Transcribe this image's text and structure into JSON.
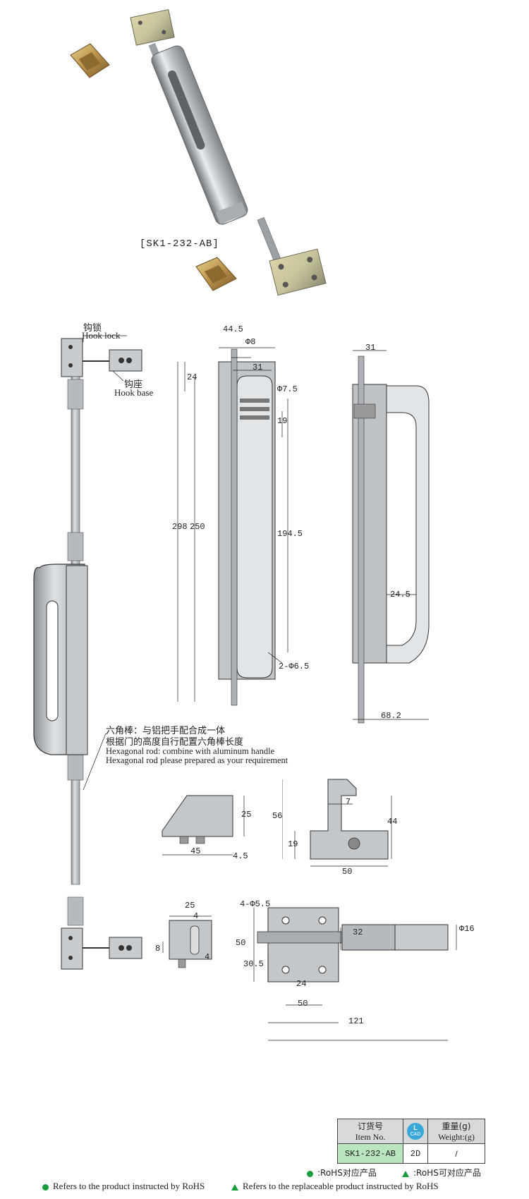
{
  "product_photo": {
    "caption": "[SK1-232-AB]"
  },
  "assembly": {
    "hook_lock_cn": "钩锁",
    "hook_lock_en": "Hook lock",
    "hook_base_cn": "钩座",
    "hook_base_en": "Hook base",
    "hex_rod_cn_1": "六角棒：与铝把手配合成一体",
    "hex_rod_cn_2": "根据门的高度自行配置六角棒长度",
    "hex_rod_en_1": "Hexagonal rod: combine with aluminum handle",
    "hex_rod_en_2": "Hexagonal rod please  prepared as your requirement"
  },
  "front_view": {
    "d_44_5": "44.5",
    "d_phi8": "Φ8",
    "d_31": "31",
    "d_24": "24",
    "d_phi7_5": "Φ7.5",
    "d_19": "19",
    "d_298": "298",
    "d_250": "250",
    "d_194_5": "194.5",
    "d_2phi6_5": "2-Φ6.5"
  },
  "side_view": {
    "d_31": "31",
    "d_24_5": "24.5",
    "d_68_2": "68.2"
  },
  "hook_base_view": {
    "d_25": "25",
    "d_45": "45",
    "d_4_5": "4.5"
  },
  "hook_view": {
    "d_56": "56",
    "d_7": "7",
    "d_44": "44",
    "d_19": "19",
    "d_50": "50"
  },
  "small_view": {
    "d_25": "25",
    "d_4a": "4",
    "d_8": "8",
    "d_4b": "4"
  },
  "lock_plate_view": {
    "d_4phi5_5": "4-Φ5.5",
    "d_50v": "50",
    "d_30_5": "30.5",
    "d_32": "32",
    "d_phi16": "Φ16",
    "d_24": "24",
    "d_50h": "50",
    "d_121": "121"
  },
  "spec_table": {
    "h_item_cn": "订货号",
    "h_item_en": "Item No.",
    "h_cad_top": "L",
    "h_cad_bottom": "CAD",
    "h_weight_cn": "重量(g)",
    "h_weight_en": "Weight:(g)",
    "item_no": "SK1-232-AB",
    "cad": "2D",
    "weight": "/"
  },
  "legend": {
    "rohs_cn": ":RoHS对应产品",
    "rohs_replace_cn": ":RoHS可对应产品",
    "rohs_en": "Refers to the product instructed by RoHS",
    "rohs_replace_en": "Refers to the replaceable product instructed by RoHS"
  },
  "colors": {
    "rohs_green": "#1a9b3c",
    "table_green": "#b9e6bf",
    "cad_blue": "#39a8d9"
  }
}
